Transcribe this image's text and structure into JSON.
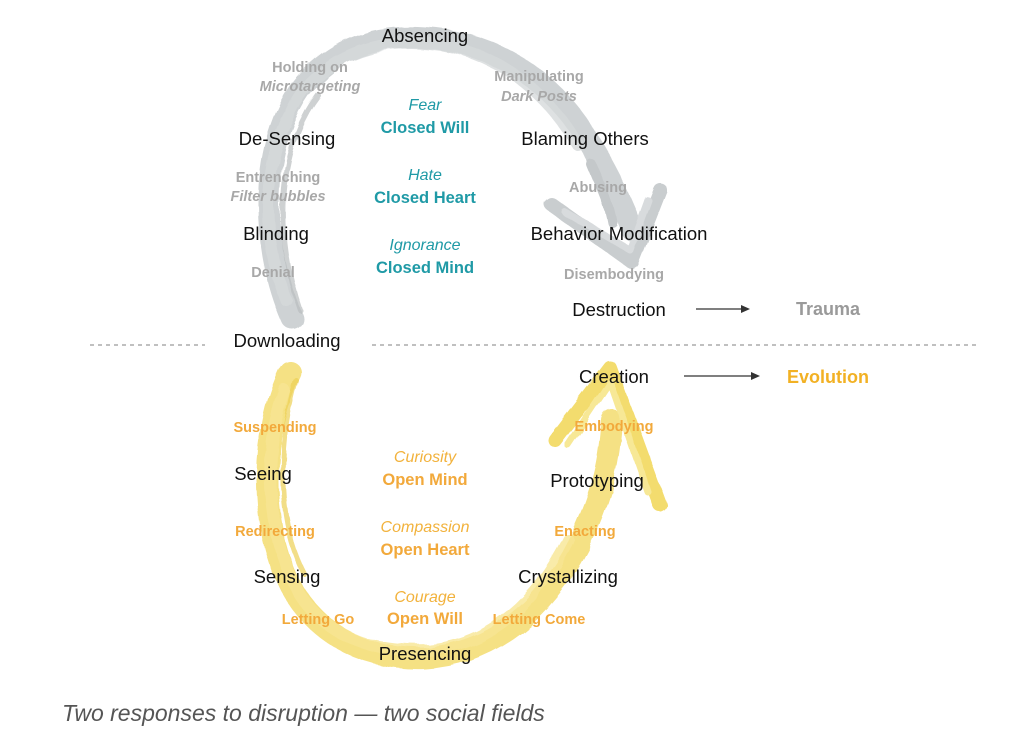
{
  "colors": {
    "absencing_stroke": "#c9cdcf",
    "presencing_stroke": "#f3dc6e",
    "divider": "#9a9a9a",
    "arrow": "#333333"
  },
  "absencing": {
    "stages": {
      "absencing": "Absencing",
      "de_sensing": "De-Sensing",
      "blinding": "Blinding",
      "downloading": "Downloading",
      "blaming_others": "Blaming Others",
      "behavior_modification": "Behavior Modification",
      "destruction": "Destruction"
    },
    "actions": {
      "holding_on": "Holding on",
      "microtargeting": "Microtargeting",
      "entrenching": "Entrenching",
      "filter_bubbles": "Filter bubbles",
      "denial": "Denial",
      "manipulating": "Manipulating",
      "dark_posts": "Dark Posts",
      "abusing": "Abusing",
      "disembodying": "Disembodying"
    },
    "center": {
      "fear": "Fear",
      "closed_will": "Closed Will",
      "hate": "Hate",
      "closed_heart": "Closed Heart",
      "ignorance": "Ignorance",
      "closed_mind": "Closed Mind"
    },
    "outcome": "Trauma"
  },
  "presencing": {
    "stages": {
      "seeing": "Seeing",
      "sensing": "Sensing",
      "presencing": "Presencing",
      "crystallizing": "Crystallizing",
      "prototyping": "Prototyping",
      "creation": "Creation"
    },
    "actions": {
      "suspending": "Suspending",
      "redirecting": "Redirecting",
      "letting_go": "Letting Go",
      "letting_come": "Letting Come",
      "enacting": "Enacting",
      "embodying": "Embodying"
    },
    "center": {
      "curiosity": "Curiosity",
      "open_mind": "Open Mind",
      "compassion": "Compassion",
      "open_heart": "Open Heart",
      "courage": "Courage",
      "open_will": "Open Will"
    },
    "outcome": "Evolution"
  },
  "caption": "Two responses to disruption — two social fields"
}
